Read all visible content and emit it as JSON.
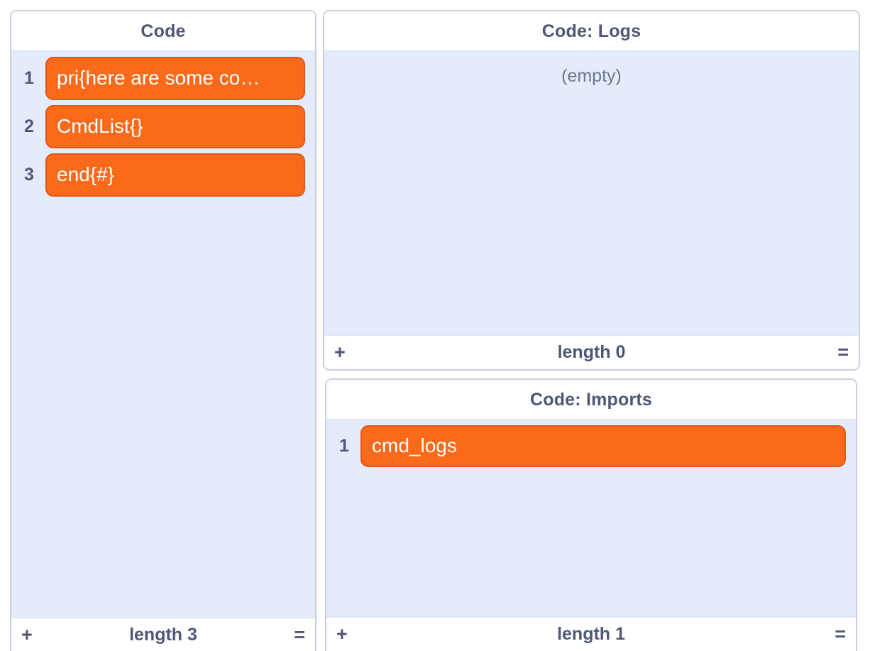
{
  "panels": {
    "code": {
      "title": "Code",
      "rows": [
        {
          "num": "1",
          "text": "pri{here are some co…"
        },
        {
          "num": "2",
          "text": "CmdList{}"
        },
        {
          "num": "3",
          "text": "end{#}"
        }
      ],
      "footer": {
        "add_symbol": "+",
        "length_label": "length 3",
        "equals_symbol": "="
      }
    },
    "logs": {
      "title": "Code: Logs",
      "empty_text": "(empty)",
      "rows": [],
      "footer": {
        "add_symbol": "+",
        "length_label": "length 0",
        "equals_symbol": "="
      }
    },
    "imports": {
      "title": "Code: Imports",
      "rows": [
        {
          "num": "1",
          "text": "cmd_logs"
        }
      ],
      "footer": {
        "add_symbol": "+",
        "length_label": "length 1",
        "equals_symbol": "="
      }
    }
  },
  "colors": {
    "block_orange": "#f96a1b",
    "block_border": "#e2561a",
    "panel_body_blue": "#e4ecfc",
    "panel_border": "#c8d0e2",
    "text_slate": "#4e5777",
    "muted_text": "#6d778f"
  }
}
